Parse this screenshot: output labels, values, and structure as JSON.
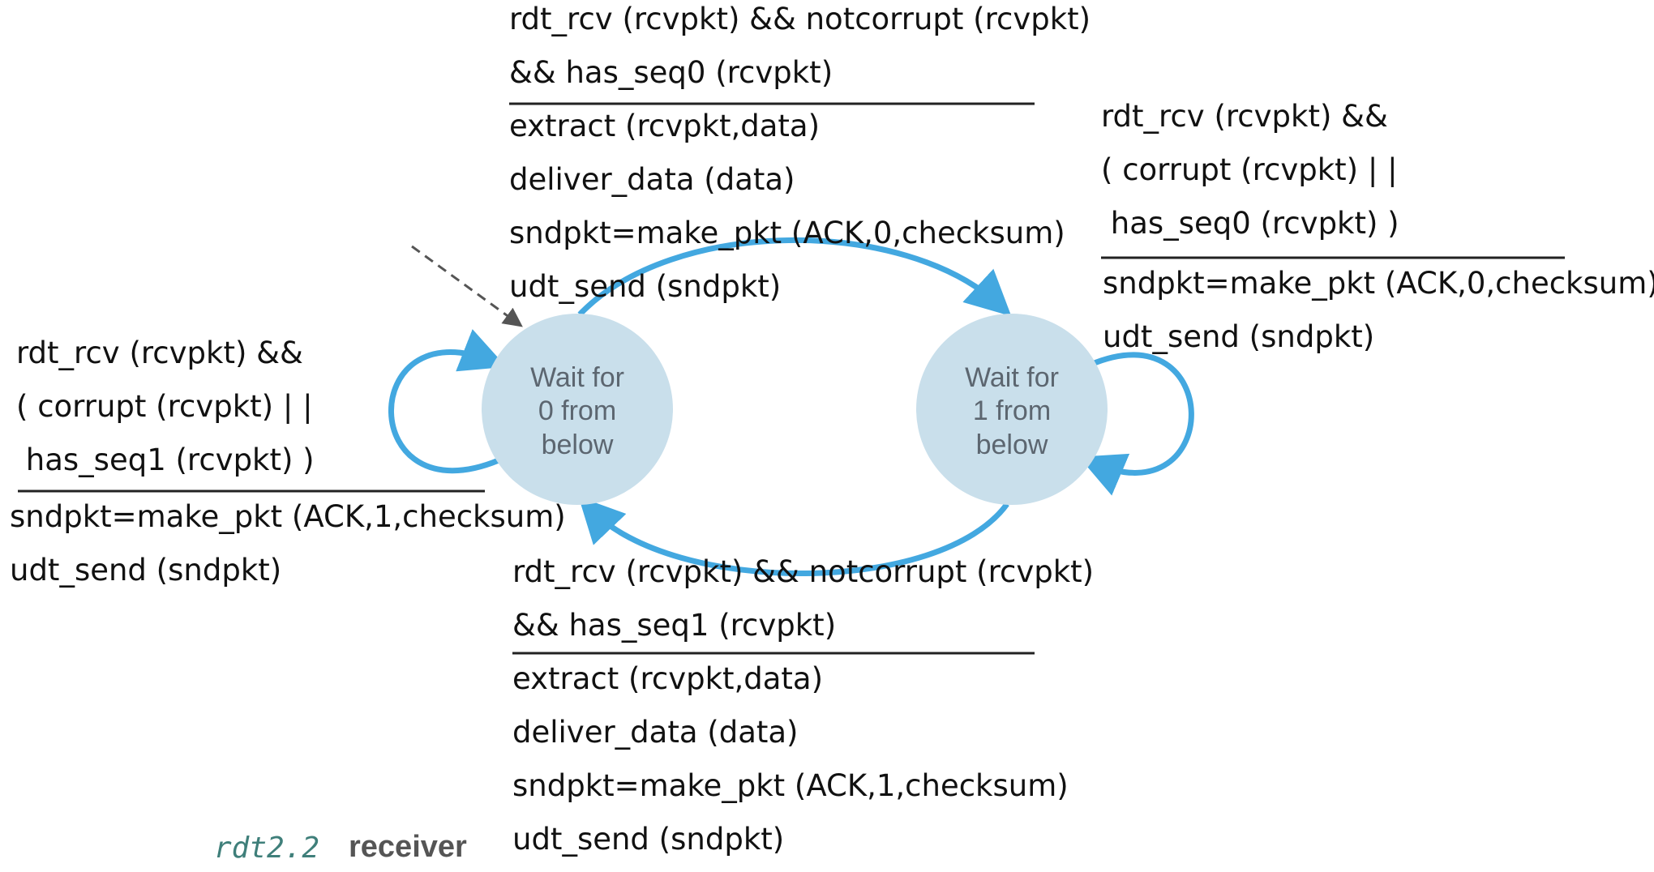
{
  "states": {
    "s0": {
      "line1": "Wait for",
      "line2": "0 from",
      "line3": "below"
    },
    "s1": {
      "line1": "Wait for",
      "line2": "1 from",
      "line3": "below"
    }
  },
  "transitions": {
    "top": {
      "event1": "rdt_rcv (rcvpkt) && notcorrupt (rcvpkt)",
      "event2": "&& has_seq0 (rcvpkt)",
      "action1": "extract (rcvpkt,data)",
      "action2": "deliver_data (data)",
      "action3": "sndpkt=make_pkt (ACK,0,checksum)",
      "action4": "udt_send (sndpkt)"
    },
    "right": {
      "event1": "rdt_rcv (rcvpkt) &&",
      "event2": "( corrupt (rcvpkt) | |",
      "event3": " has_seq0 (rcvpkt) )",
      "action1": "sndpkt=make_pkt (ACK,0,checksum)",
      "action2": "udt_send (sndpkt)"
    },
    "left": {
      "event1": "rdt_rcv (rcvpkt) &&",
      "event2": "( corrupt (rcvpkt) | |",
      "event3": " has_seq1 (rcvpkt) )",
      "action1": "sndpkt=make_pkt (ACK,1,checksum)",
      "action2": "udt_send (sndpkt)"
    },
    "bottom": {
      "event1": "rdt_rcv (rcvpkt) && notcorrupt (rcvpkt)",
      "event2": "&& has_seq1 (rcvpkt)",
      "action1": "extract (rcvpkt,data)",
      "action2": "deliver_data (data)",
      "action3": "sndpkt=make_pkt (ACK,1,checksum)",
      "action4": "udt_send (sndpkt)"
    }
  },
  "caption": {
    "protocol": "rdt2.2",
    "role": "receiver"
  },
  "colors": {
    "state_fill": "#c9dfeb",
    "arrow": "#43a8e0",
    "initial_arrow": "#555555",
    "text": "#111111"
  }
}
